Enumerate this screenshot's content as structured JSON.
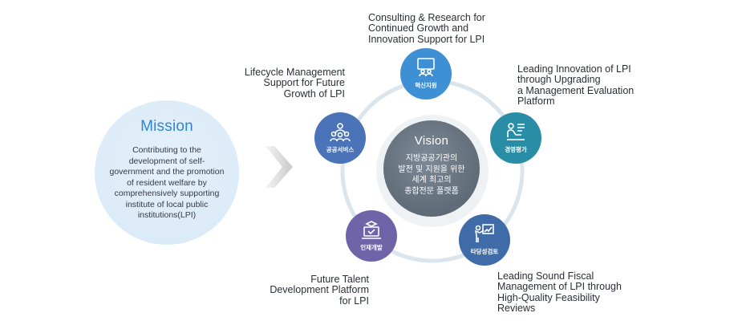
{
  "mission": {
    "title": "Mission",
    "text_lines": [
      "Contributing to the",
      "development of self-",
      "government and the promotion",
      "of resident welfare by",
      "comprehensively supporting",
      "institute of local public",
      "institutions(LPI)"
    ]
  },
  "vision": {
    "title": "Vision",
    "text_lines": [
      "지방공공기관의",
      "발전 및 지원을 위한",
      "세계 최고의",
      "종합전문 플랫폼"
    ]
  },
  "nodes": {
    "innovation": {
      "label": "혁신지원",
      "icon": "meeting-board-icon",
      "color": "#3f8fd4",
      "caption": [
        "Consulting & Research for",
        "Continued Growth and",
        "Innovation Support for LPI"
      ]
    },
    "evaluation": {
      "label": "경영평가",
      "icon": "person-laptop-icon",
      "color": "#2a8da6",
      "caption": [
        "Leading Innovation of LPI",
        "through Upgrading",
        "a Management Evaluation",
        "Platform"
      ]
    },
    "feasibility": {
      "label": "타당성검토",
      "icon": "presenter-chart-icon",
      "color": "#3f6ca8",
      "caption": [
        "Leading Sound Fiscal",
        "Management of LPI through",
        "High-Quality Feasibility",
        "Reviews"
      ]
    },
    "talent": {
      "label": "인재개발",
      "icon": "laptop-graduation-icon",
      "color": "#6f64a8",
      "caption": [
        "Future Talent",
        "Development Platform",
        "for LPI"
      ]
    },
    "public": {
      "label": "공공서비스",
      "icon": "people-group-icon",
      "color": "#4a73b8",
      "caption": [
        "Lifecycle Management",
        "Support for Future",
        "Growth of LPI"
      ]
    }
  },
  "colors": {
    "ring": "#dde5ec",
    "mission_title": "#2c86d6",
    "center": "#646f7c"
  }
}
